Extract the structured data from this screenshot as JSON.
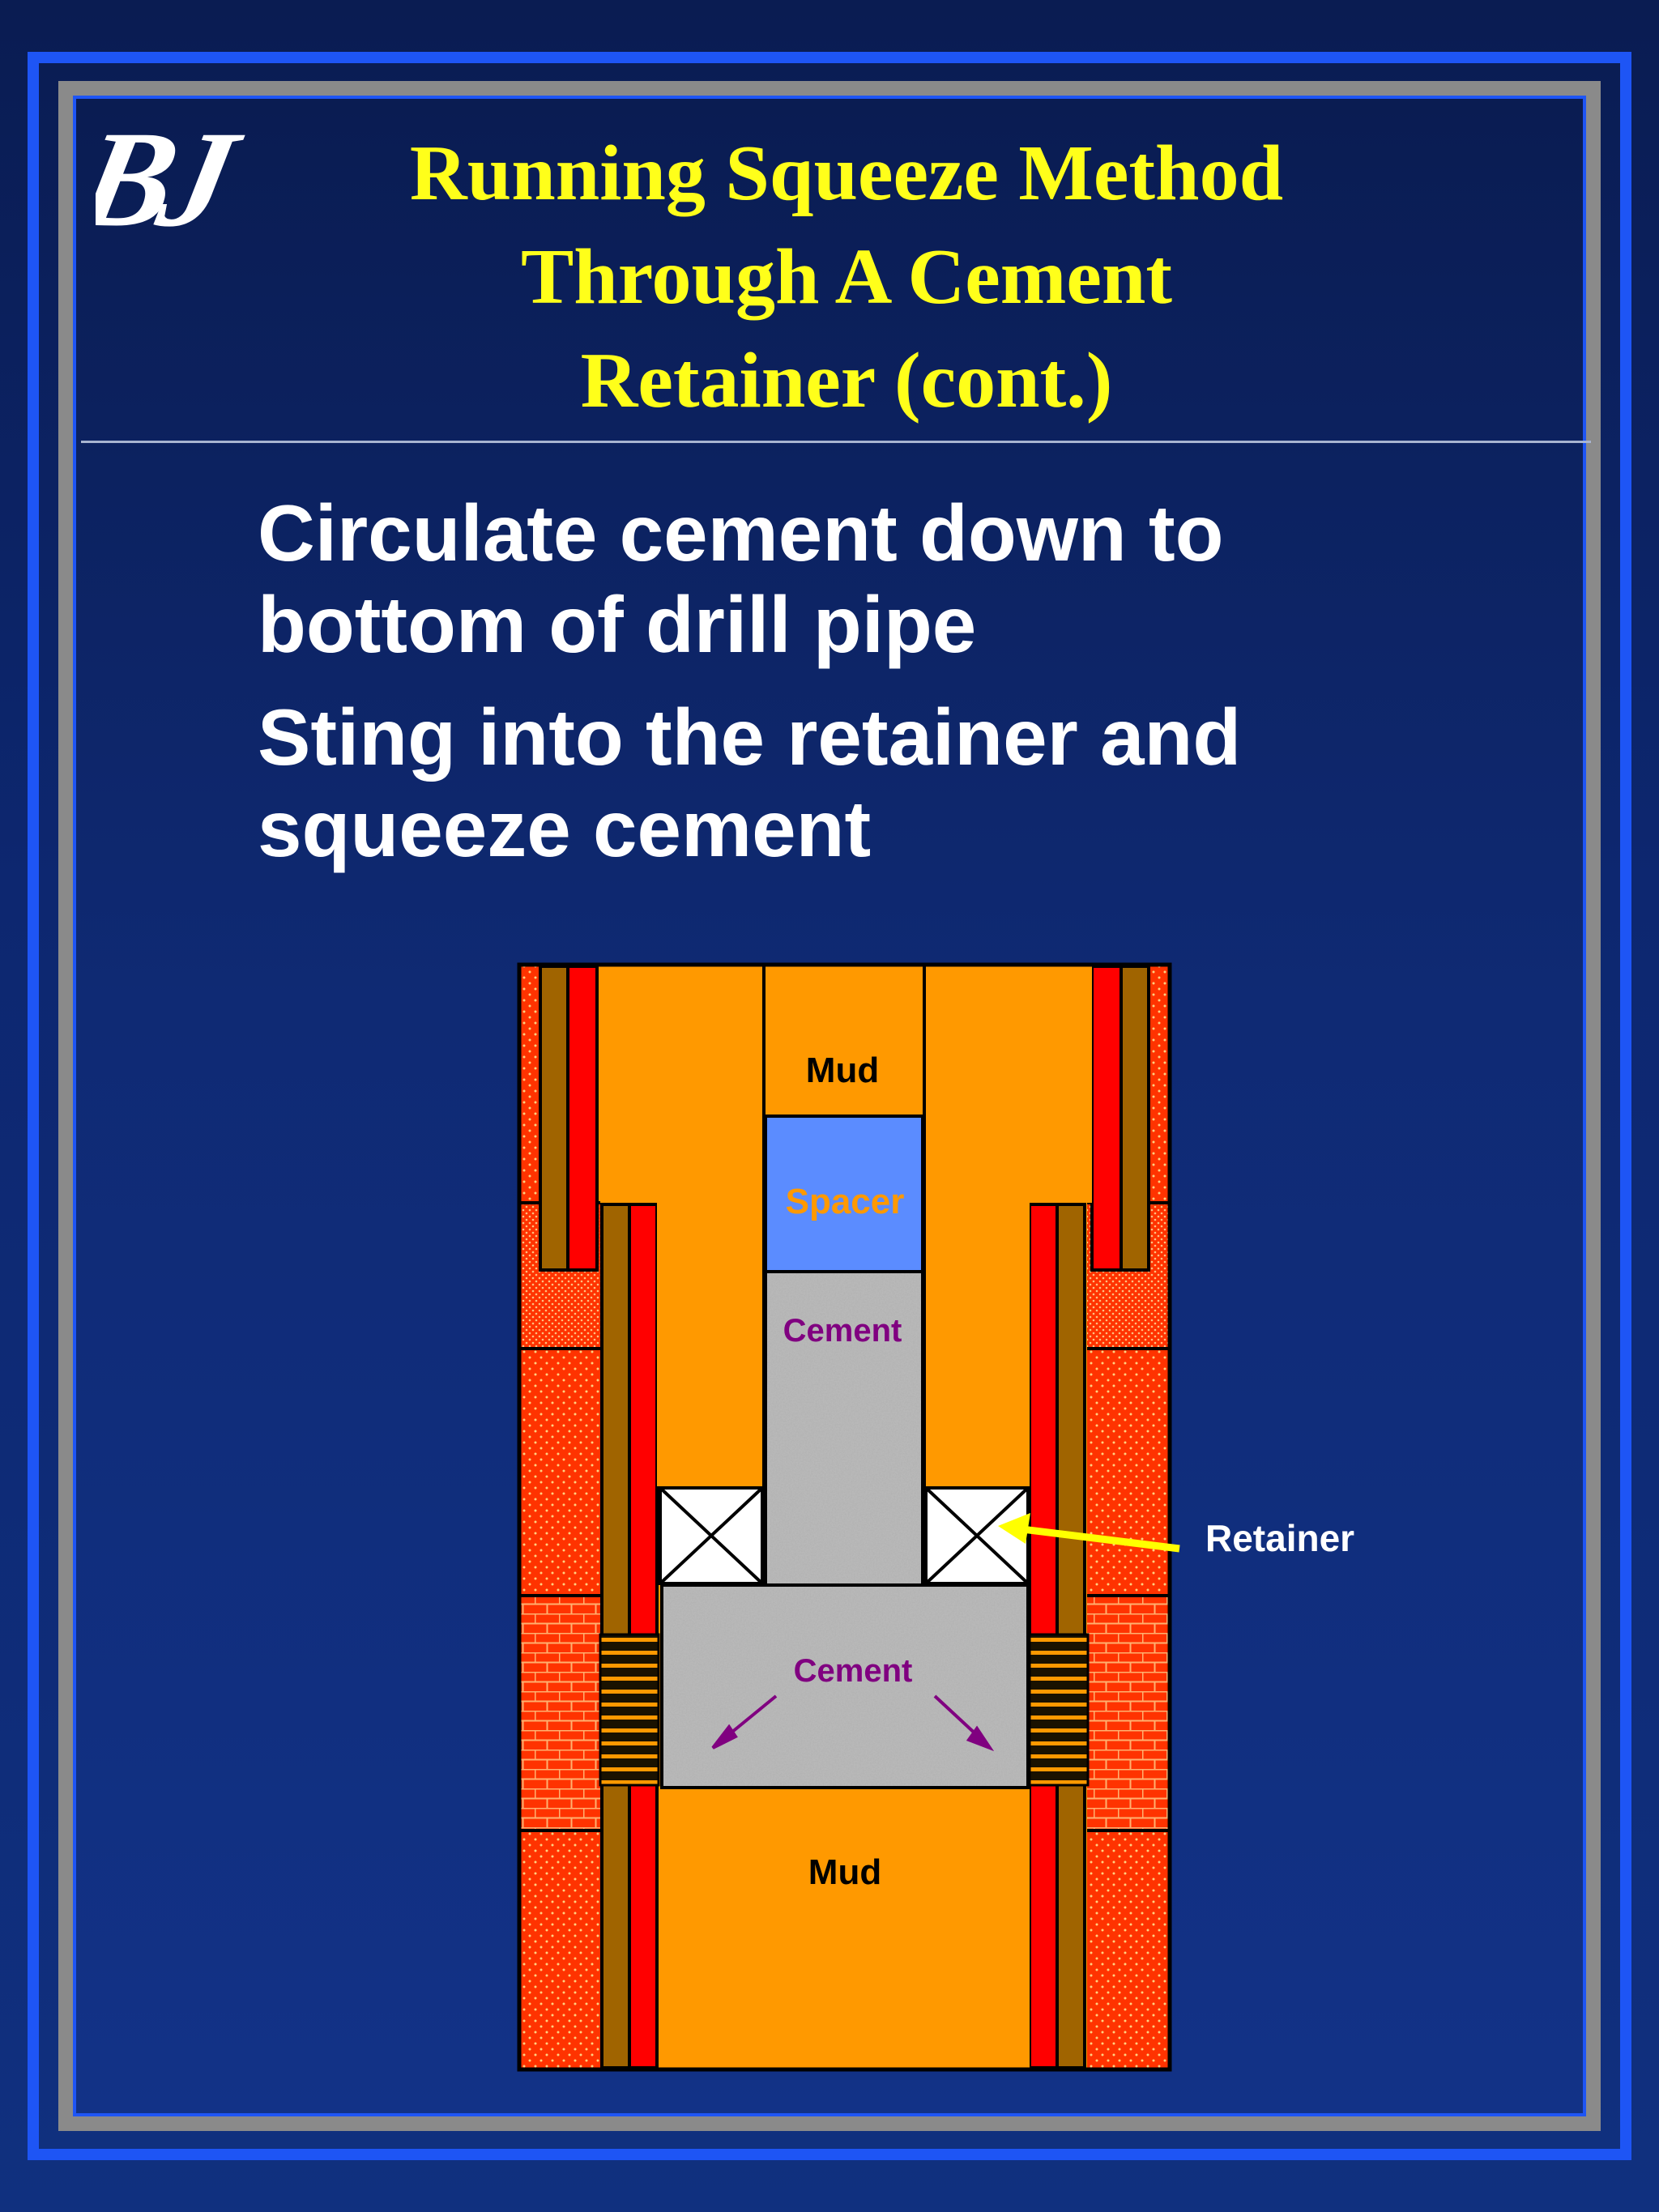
{
  "slide": {
    "logo_text": "BJ",
    "title_lines": [
      "Running Squeeze Method",
      "Through A Cement",
      "Retainer (cont.)"
    ],
    "bullets": [
      "Circulate cement down to\nbottom of drill pipe",
      "Sting into the retainer and\nsqueeze cement"
    ]
  },
  "diagram": {
    "labels": {
      "mud_top": "Mud",
      "spacer": "Spacer",
      "cement_pipe": "Cement",
      "cement_squeeze": "Cement",
      "mud_bottom": "Mud",
      "retainer": "Retainer"
    },
    "colors": {
      "background": "#0f2a74",
      "title": "#ffff1a",
      "mud": "#ff9900",
      "spacer": "#5b8cff",
      "formation": "#ff3300",
      "casing": "#a06400",
      "cement_sheath": "#ff0000",
      "cement_label": "#800080",
      "arrow": "#ffff00",
      "frame": "#1e55f5"
    }
  }
}
